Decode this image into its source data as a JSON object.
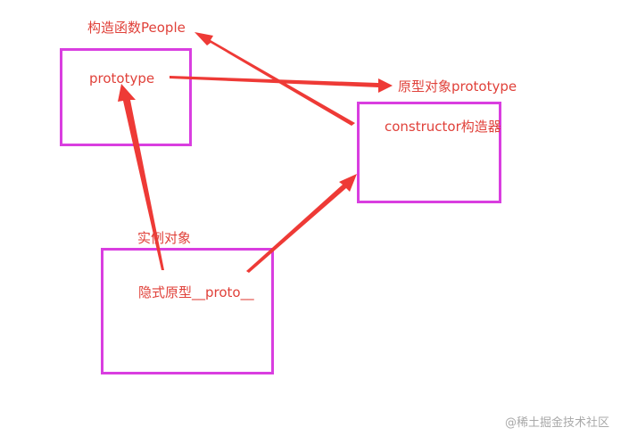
{
  "diagram": {
    "nodes": {
      "constructor_title": "构造函数People",
      "prototype_field": "prototype",
      "prototype_object_title": "原型对象prototype",
      "constructor_field": "constructor构造器",
      "instance_title": "实例对象",
      "implicit_proto_field": "隐式原型__proto__"
    },
    "colors": {
      "box_border": "#d93ee0",
      "text": "#e0413a",
      "arrow": "#ee3a36"
    }
  },
  "watermark": "@稀土掘金技术社区"
}
